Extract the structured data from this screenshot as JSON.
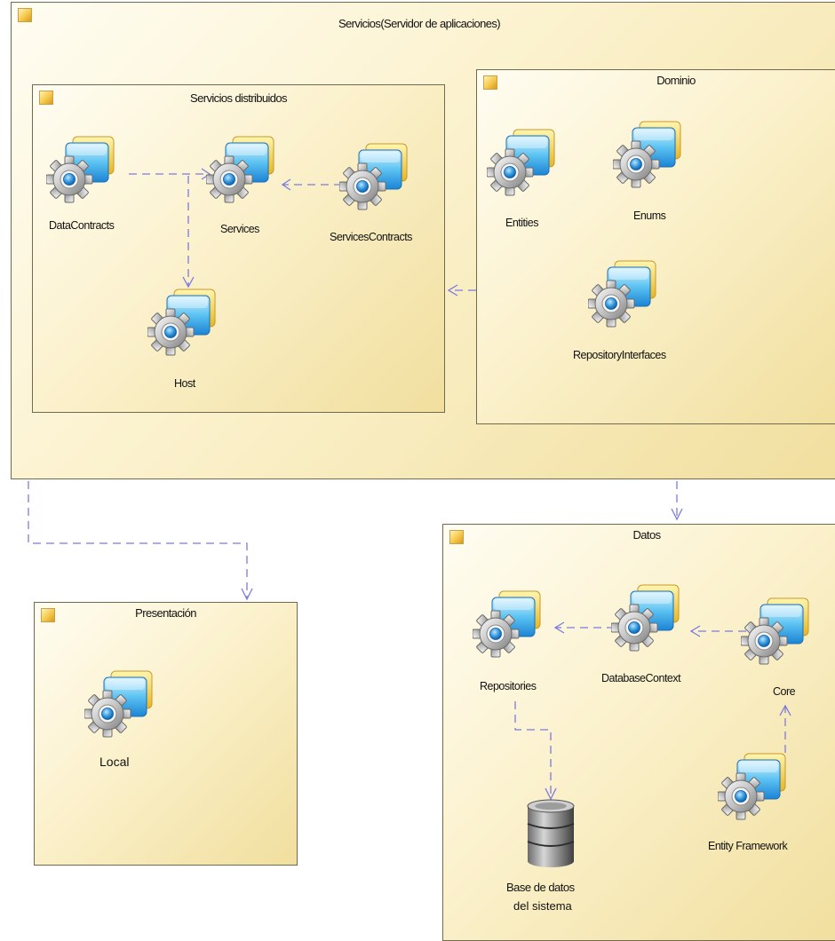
{
  "packages": {
    "servicios": {
      "title": "Servicios(Servidor de aplicaciones)"
    },
    "distribuidos": {
      "title": "Servicios distribuidos"
    },
    "dominio": {
      "title": "Dominio"
    },
    "presentacion": {
      "title": "Presentación"
    },
    "datos": {
      "title": "Datos"
    }
  },
  "components": {
    "datacontracts": "DataContracts",
    "services": "Services",
    "servicescontracts": "ServicesContracts",
    "host": "Host",
    "entities": "Entities",
    "enums": "Enums",
    "repositoryinterfaces": "RepositoryInterfaces",
    "local": "Local",
    "repositories": "Repositories",
    "databasecontext": "DatabaseContext",
    "core": "Core",
    "entityframework": "Entity Framework",
    "database": {
      "line1": "Base de datos",
      "line2": "del sistema"
    }
  },
  "colors": {
    "package_fill": "#fbf1cc",
    "package_border": "#6f6a50",
    "connector": "#7b7be0",
    "package_icon": "#f5c84a"
  },
  "icons": {
    "component": "gear-component-icon",
    "database": "database-cylinder-icon",
    "package": "package-icon"
  }
}
